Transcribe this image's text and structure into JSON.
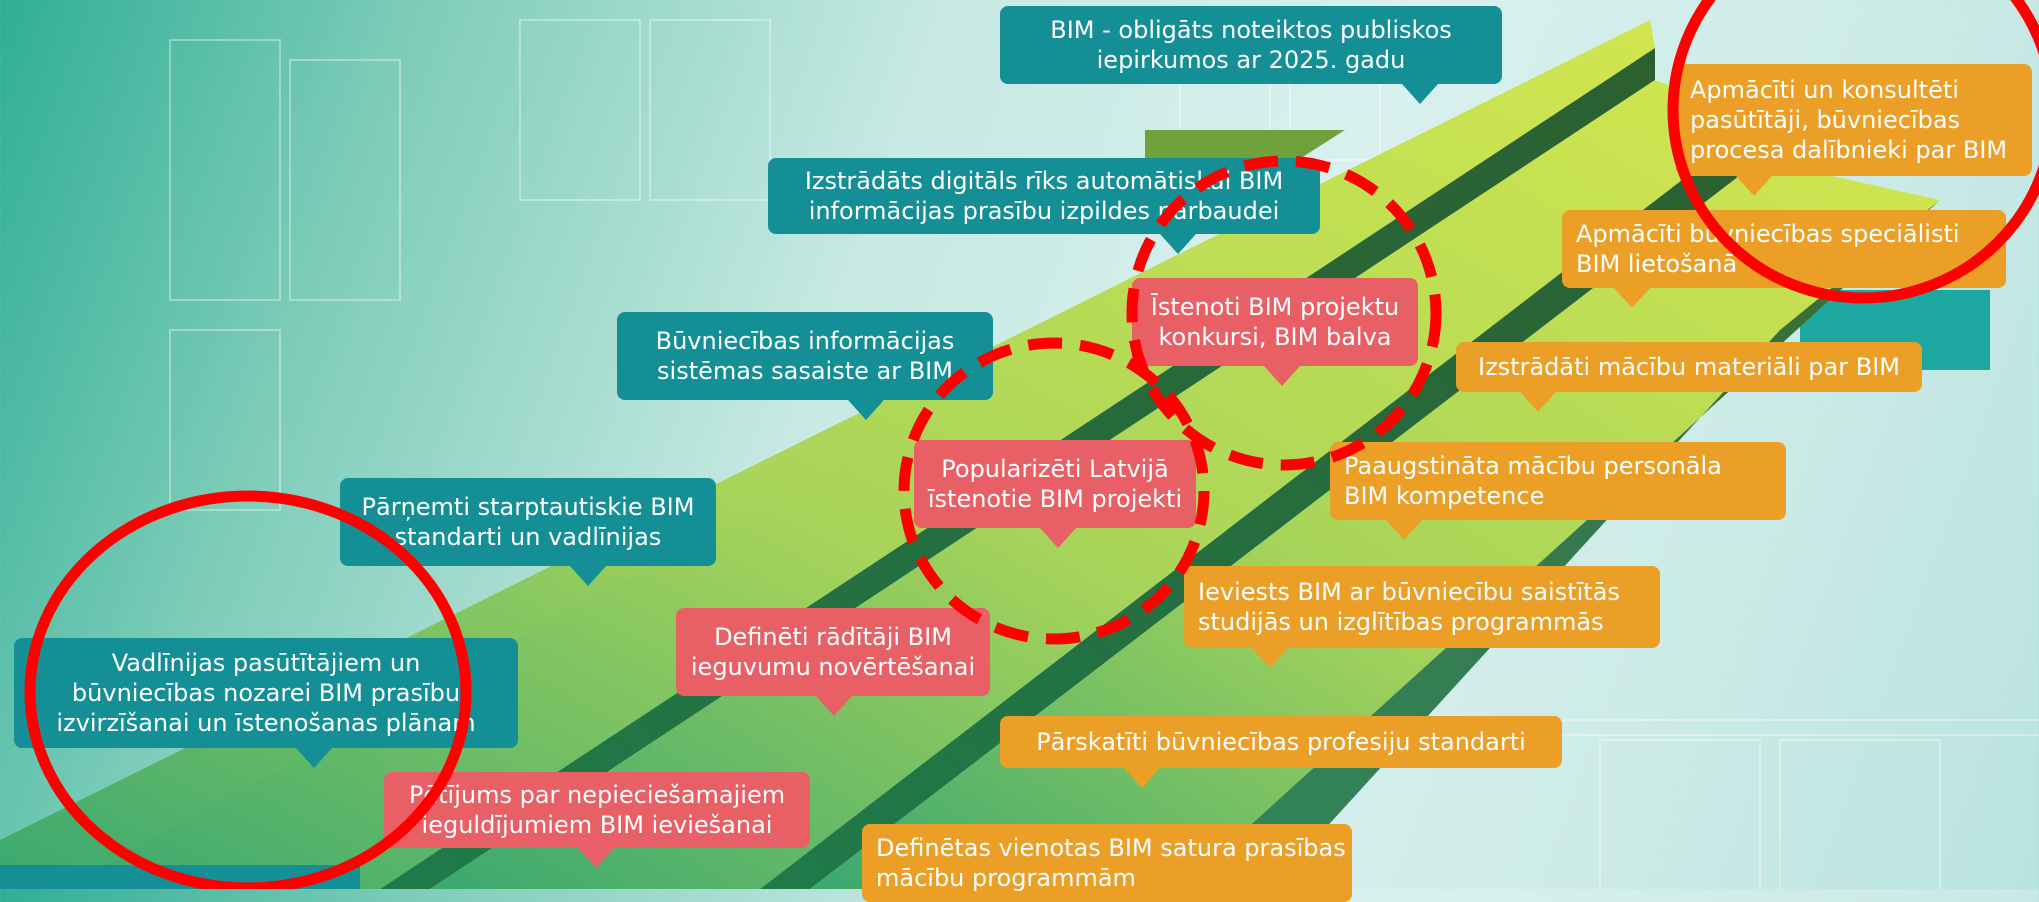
{
  "colors": {
    "teal": "#148f96",
    "red": "#e95f66",
    "orange": "#ec9f27",
    "ramp_light": "#c9e254",
    "ramp_dark": "#2f6e3a",
    "annotation": "#ff0000"
  },
  "teal_track": [
    {
      "line1": "BIM - obligāts noteiktos publiskos",
      "line2": "iepirkumos ar 2025. gadu"
    },
    {
      "line1": "Izstrādāts digitāls rīks automātiskai BIM",
      "line2": "informācijas prasību izpildes pārbaudei"
    },
    {
      "line1": "Būvniecības informācijas",
      "line2": "sistēmas sasaiste ar BIM"
    },
    {
      "line1": "Pārņemti starptautiskie BIM",
      "line2": "standarti un vadlīnijas"
    },
    {
      "line1": "Vadlīnijas pasūtītājiem un",
      "line2": "būvniecības nozarei BIM prasību",
      "line3": "izvirzīšanai un īstenošanas plānam"
    }
  ],
  "red_track": [
    {
      "line1": "Īstenoti BIM projektu",
      "line2": "konkursi, BIM balva"
    },
    {
      "line1": "Popularizēti Latvijā",
      "line2": "īstenotie BIM projekti"
    },
    {
      "line1": "Definēti rādītāji BIM",
      "line2": "ieguvumu novērtēšanai"
    },
    {
      "line1": "Pētījums par nepieciešamajiem",
      "line2": "ieguldījumiem BIM ieviešanai"
    }
  ],
  "orange_track": [
    {
      "line1": "Apmācīti un konsultēti",
      "line2": "pasūtītāji, būvniecības",
      "line3": "procesa dalībnieki par BIM"
    },
    {
      "line1": "Apmācīti būvniecības speciālisti",
      "line2": "BIM lietošanā"
    },
    {
      "line1": "Izstrādāti mācību materiāli par BIM"
    },
    {
      "line1": "Paaugstināta mācību personāla",
      "line2": "BIM kompetence"
    },
    {
      "line1": "Ieviests BIM ar būvniecību saistītās",
      "line2": "studijās un izglītības programmās"
    },
    {
      "line1": "Pārskatīti būvniecības profesiju standarti"
    },
    {
      "line1": "Definētas vienotas BIM satura prasības",
      "line2": "mācību programmām"
    }
  ]
}
